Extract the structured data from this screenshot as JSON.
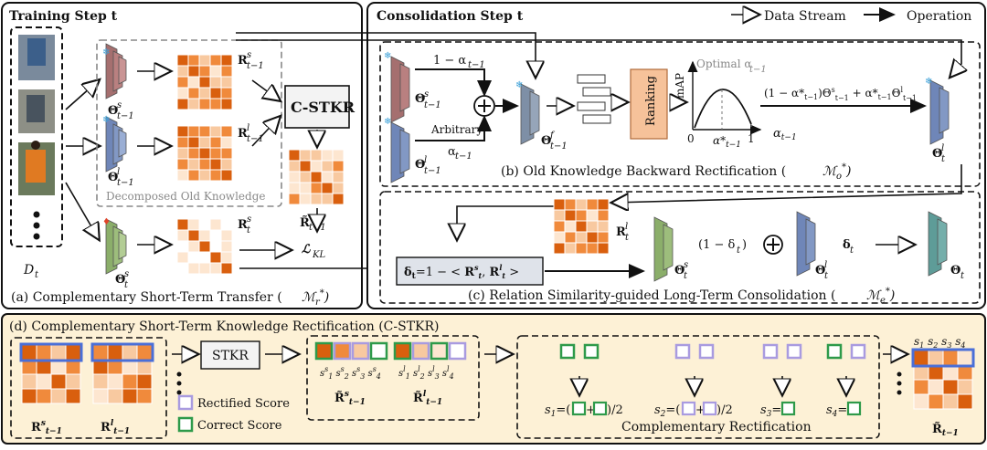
{
  "legend": {
    "data_stream": "Data Stream",
    "operation": "Operation"
  },
  "colors": {
    "orange_dark": "#d95f0e",
    "orange_mid": "#f08a3c",
    "orange_light": "#f8c9a0",
    "orange_pale": "#fde6d0",
    "panel_bg": "#fdf1d6",
    "gray_bg": "#dfe3ea",
    "net_short": "#8bae6a",
    "net_long": "#6f86b8",
    "net_old_short": "#a56f6f",
    "net_consol": "#5e9c98",
    "rank_box": "#f6c29a",
    "rect_border": "#a99be0",
    "correct_border": "#2e9a4a"
  },
  "panels": {
    "training": {
      "title": "Training Step t",
      "dataset": "D",
      "dataset_sub": "t",
      "old_knowledge": "Decomposed Old Knowledge",
      "cstkr": "C-STKR",
      "kl_loss": "ℒ",
      "kl_sub": "KL",
      "caption": "(a) Complementary Short-Term Transfer ("
    },
    "consolidation": {
      "title": "Consolidation Step t",
      "one_minus_alpha": "1 − α",
      "alpha": "α",
      "arbitrary": "Arbitrary",
      "ranking": "Ranking",
      "map_label": "mAP",
      "optimal": "Optimal α",
      "axis_zero": "0",
      "axis_one": "1",
      "caption_b": "(b) Old Knowledge Backward Rectification (",
      "caption_c": "(c) Relation Similarity-guided Long-Term Consolidation (",
      "one_minus_delta": "(1 − δ",
      "delta": "δ"
    },
    "rectification": {
      "title": "(d) Complementary Short-Term Knowledge Rectification  (C-STKR)",
      "stkr": "STKR",
      "rectified_score": "Rectified Score",
      "correct_score": "Correct Score",
      "complementary": "Complementary Rectification",
      "s1_eq": "s",
      "half": ")/2",
      "scores": [
        "s1",
        "s2",
        "s3",
        "s4"
      ]
    }
  }
}
